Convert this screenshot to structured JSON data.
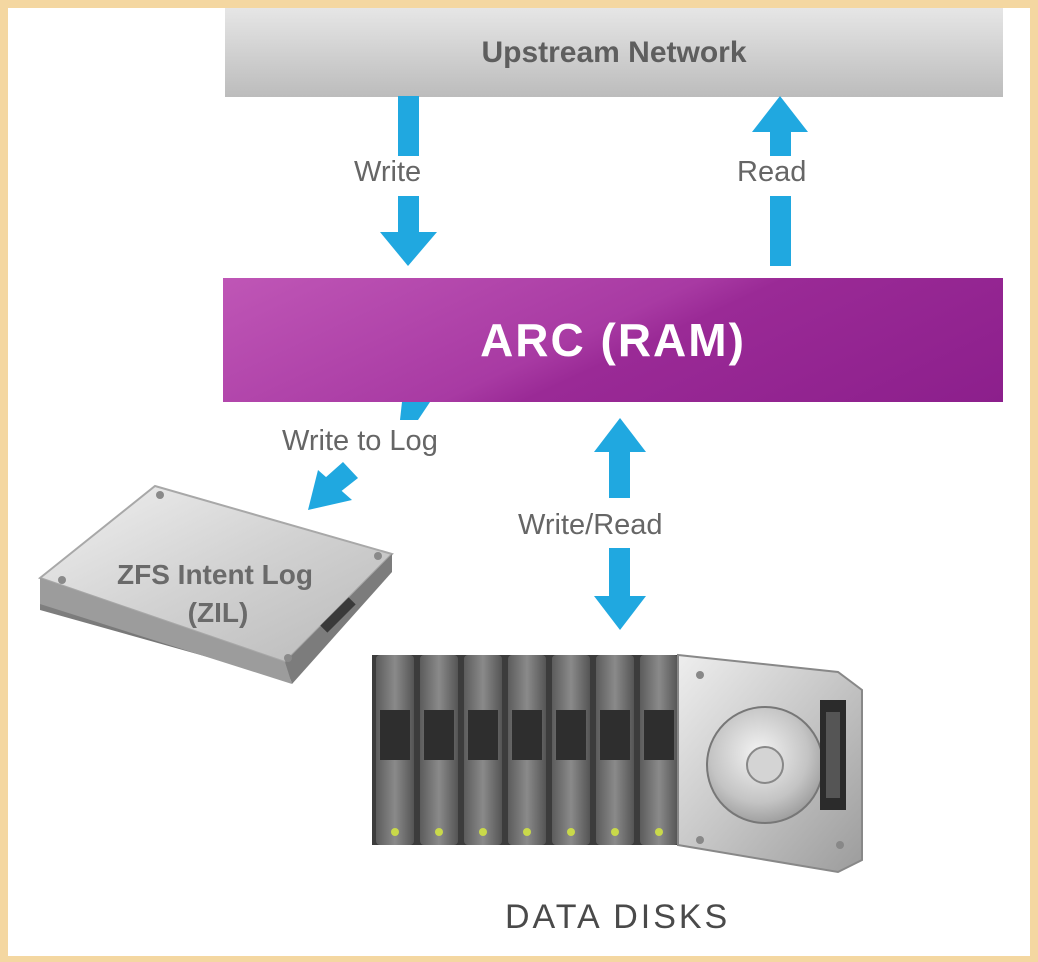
{
  "upstream": {
    "label": "Upstream Network"
  },
  "arc": {
    "label": "ARC (RAM)"
  },
  "arrows": {
    "write": "Write",
    "read": "Read",
    "write_to_log": "Write to Log",
    "write_read": "Write/Read"
  },
  "zil": {
    "line1": "ZFS Intent Log",
    "line2": "(ZIL)"
  },
  "disks": {
    "label": "DATA DISKS"
  },
  "colors": {
    "arrow": "#20a8e0",
    "arc": "#a33a9e",
    "upstream": "#cfcfcf",
    "border": "#f4d7a1"
  }
}
